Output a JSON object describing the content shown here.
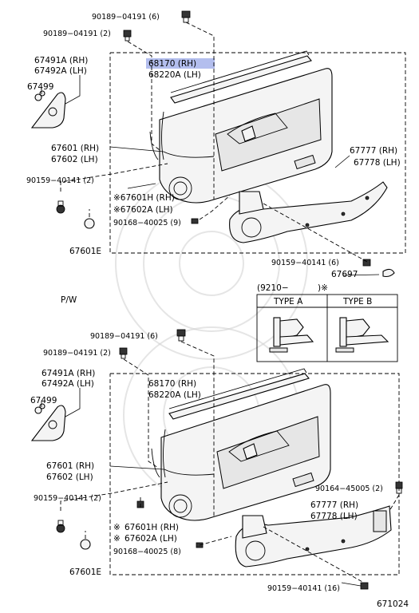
{
  "upper": {
    "p_90189_a": "90189−04191 (6)",
    "p_90189_b": "90189−04191 (2)",
    "p_67491a": "67491A (RH)",
    "p_67492a": "67492A (LH)",
    "p_67499": "67499",
    "p_68170": "68170   (RH)",
    "p_68220a": "68220A (LH)",
    "p_67601": "67601 (RH)",
    "p_67602": "67602 (LH)",
    "p_90159_a": "90159−40141 (2)",
    "p_67601h": "※67601H (RH)",
    "p_67602a": "※67602A (LH)",
    "p_90168": "90168−40025 (9)",
    "p_67601e": "67601E",
    "p_67777": "67777 (RH)",
    "p_67778": "67778 (LH)",
    "p_90159_b": "90159−40141 (6)",
    "p_67697": "67697"
  },
  "inset": {
    "code": "(9210−",
    "code_end": ")※",
    "type_a": "TYPE A",
    "type_b": "TYPE B"
  },
  "section_pw": "P/W",
  "lower": {
    "p_90189_a": "90189−04191 (6)",
    "p_90189_b": "90189−04191 (2)",
    "p_67491a": "67491A (RH)",
    "p_67492a": "67492A (LH)",
    "p_67499": "67499",
    "p_68170": "68170   (RH)",
    "p_68220a": "68220A (LH)",
    "p_67601": "67601 (RH)",
    "p_67602": "67602 (LH)",
    "p_90159_a": "90159−40141 (2)",
    "p_67601h": "67601H (RH)",
    "p_67602a": "67602A (LH)",
    "p_90168": "90168−40025 (8)",
    "p_67601e": "67601E",
    "p_90164": "90164−45005 (2)",
    "p_67777": "67777 (RH)",
    "p_67778": "67778 (LH)",
    "p_90159_b": "90159−40141 (16)"
  },
  "diagram_code": "671024",
  "colors": {
    "highlight": "#9aa8e8",
    "line": "#000000",
    "background": "#ffffff"
  }
}
